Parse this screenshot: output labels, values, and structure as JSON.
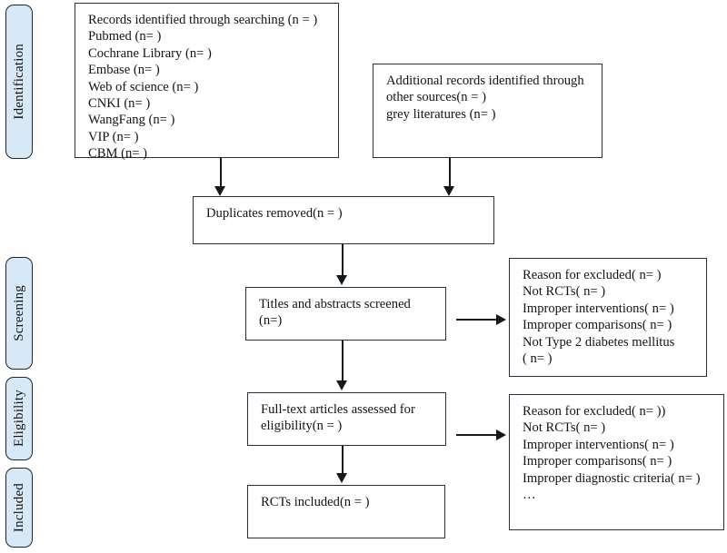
{
  "diagram": {
    "title": "PRISMA study selection flow diagram",
    "colors": {
      "stage_fill": "#d7e8f7",
      "stage_border": "#20262b",
      "box_border": "#2b3036",
      "connector": "#16191c",
      "background": "#ffffff",
      "text": "#141414"
    },
    "stages": [
      {
        "id": "identification",
        "label": "Identification"
      },
      {
        "id": "screening",
        "label": "Screening"
      },
      {
        "id": "eligibility",
        "label": "Eligibility"
      },
      {
        "id": "included",
        "label": "Included"
      }
    ],
    "boxes": {
      "records_identified": {
        "lines": [
          "Records identified through searching (n = )",
          "Pubmed (n= )",
          "Cochrane Library (n= )",
          "Embase (n= )",
          "Web of science (n= )",
          "CNKI (n= )",
          "WangFang (n= )",
          "VIP (n= )",
          "CBM (n= )"
        ]
      },
      "additional_records": {
        "lines": [
          "Additional records identified through",
          "other sources(n = )",
          "grey literatures (n= )"
        ]
      },
      "duplicates_removed": {
        "lines": [
          "Duplicates removed(n = )"
        ]
      },
      "titles_screened": {
        "lines": [
          "Titles and abstracts screened",
          "(n=)"
        ]
      },
      "screening_excluded": {
        "lines": [
          "Reason for excluded( n= )",
          "Not RCTs( n= )",
          "Improper interventions( n= )",
          "Improper comparisons( n= )",
          "Not Type 2 diabetes mellitus",
          "( n= )"
        ]
      },
      "fulltext_assessed": {
        "lines": [
          "Full-text articles assessed for",
          "eligibility(n = )"
        ]
      },
      "eligibility_excluded": {
        "lines": [
          "Reason for excluded( n= ))",
          "Not RCTs( n= )",
          "Improper interventions( n= )",
          "Improper comparisons( n= )",
          "Improper diagnostic criteria( n= )",
          "…"
        ]
      },
      "rcts_included": {
        "lines": [
          "RCTs included(n = )"
        ]
      }
    }
  }
}
